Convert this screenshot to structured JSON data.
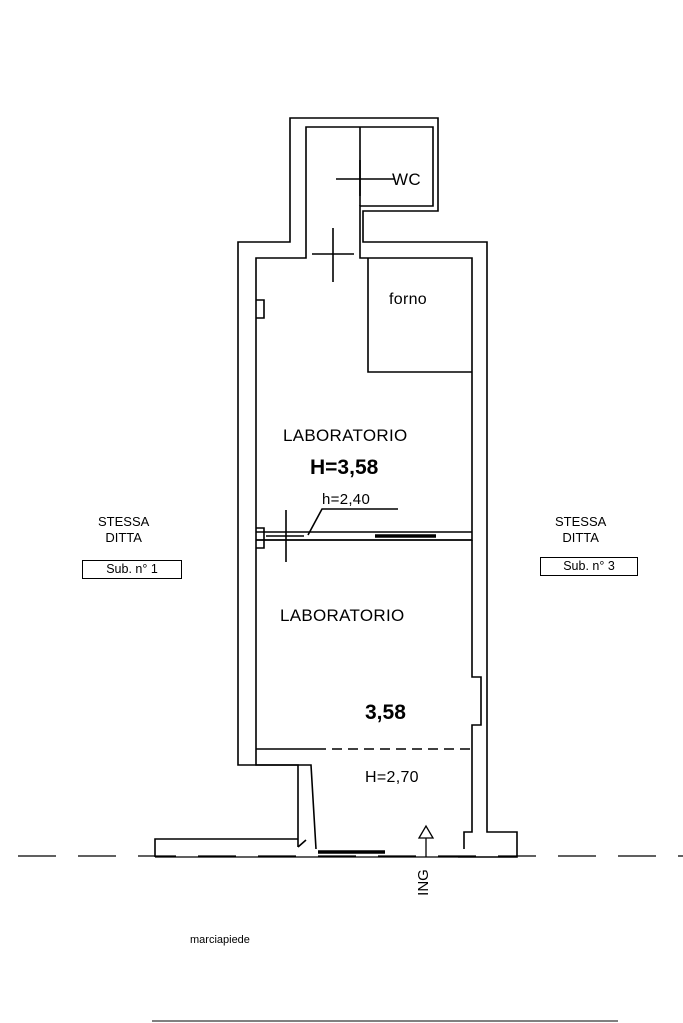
{
  "rooms": {
    "wc": "WC",
    "forno": "forno",
    "lab_upper": "LABORATORIO",
    "lab_upper_height": "H=3,58",
    "door_height": "h=2,40",
    "lab_lower": "LABORATORIO",
    "lab_lower_value": "3,58",
    "entry_height": "H=2,70"
  },
  "neighbors": {
    "left": {
      "line1": "STESSA",
      "line2": "DITTA",
      "sub": "Sub. n° 1"
    },
    "right": {
      "line1": "STESSA",
      "line2": "DITTA",
      "sub": "Sub. n° 3"
    }
  },
  "entrance": "ING",
  "sidewalk": "marciapiede"
}
